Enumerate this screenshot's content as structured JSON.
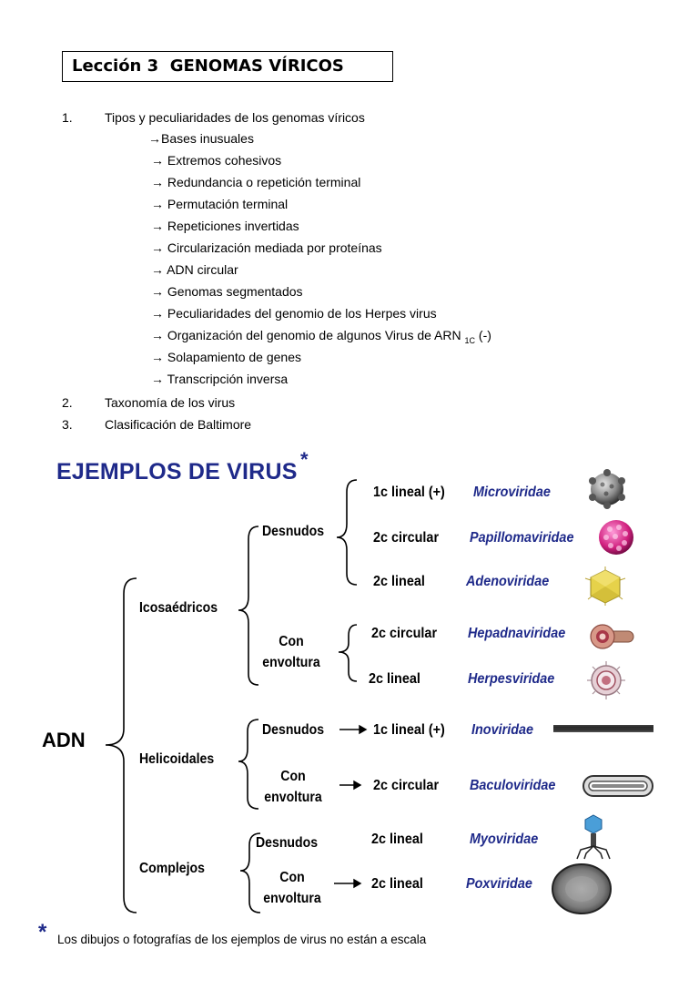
{
  "header": {
    "title": "Lección 3  GENOMAS VÍRICOS"
  },
  "toc": {
    "items": [
      {
        "num": "1.",
        "label": "Tipos y peculiaridades de los genomas víricos"
      },
      {
        "num": "2.",
        "label": "Taxonomía de los virus"
      },
      {
        "num": "3.",
        "label": "Clasificación de Baltimore"
      }
    ],
    "subitems": [
      "→Bases inusuales",
      "→ Extremos cohesivos",
      "→ Redundancia  o repetición terminal",
      "→ Permutación terminal",
      "→ Repeticiones invertidas",
      "→ Circularización mediada por proteínas",
      "→ ADN circular",
      "→ Genomas segmentados",
      "→ Peculiaridades del genomio de los Herpes virus",
      "→ Organización del genomio de algunos Virus de ARN",
      "→ Solapamiento de genes",
      "→ Transcripción inversa"
    ],
    "subitem_suffix": {
      "sub": "1C",
      "rest": " (-)"
    }
  },
  "examples": {
    "title": "EJEMPLOS DE VIRUS",
    "star": "*",
    "root": "ADN",
    "groups": {
      "icosaedricos": "Icosaédricos",
      "helicoidales": "Helicoidales",
      "complejos": "Complejos"
    },
    "branches": {
      "desnudos": "Desnudos",
      "con": "Con",
      "envoltura": "envoltura"
    },
    "entries": [
      {
        "genome": "1c  lineal (+)",
        "family": "Microviridae"
      },
      {
        "genome": "2c circular",
        "family": "Papillomaviridae"
      },
      {
        "genome": "2c lineal",
        "family": "Adenoviridae"
      },
      {
        "genome": "2c circular",
        "family": "Hepadnaviridae"
      },
      {
        "genome": "2c lineal",
        "family": "Herpesviridae"
      },
      {
        "genome": "1c  lineal (+)",
        "family": "Inoviridae"
      },
      {
        "genome": "2c circular",
        "family": "Baculoviridae"
      },
      {
        "genome": "2c lineal",
        "family": "Myoviridae"
      },
      {
        "genome": "2c lineal",
        "family": "Poxviridae"
      }
    ],
    "footnote_star": "*",
    "footnote": "Los dibujos o fotografías de los ejemplos de virus no están a escala",
    "colors": {
      "accent": "#1f2a8a"
    }
  }
}
